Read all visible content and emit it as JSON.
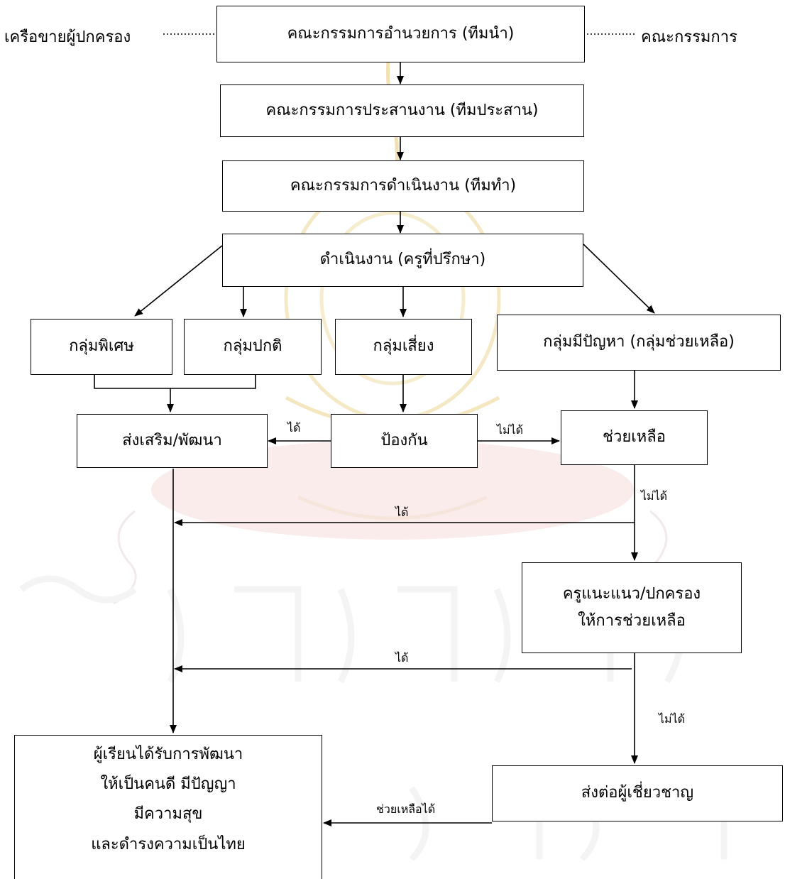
{
  "nodes": {
    "steering": "คณะกรรมการอำนวยการ (ทีมนำ)",
    "coordinating": "คณะกรรมการประสานงาน (ทีมประสาน)",
    "operating": "คณะกรรมการดำเนินงาน (ทีมทำ)",
    "advisor": "ดำเนินงาน (ครูที่ปรึกษา)",
    "special_group": "กลุ่มพิเศษ",
    "normal_group": "กลุ่มปกติ",
    "risk_group": "กลุ่มเสี่ยง",
    "problem_group": "กลุ่มมีปัญหา (กลุ่มช่วยเหลือ)",
    "promote": "ส่งเสริม/พัฒนา",
    "prevent": "ป้องกัน",
    "help": "ช่วยเหลือ",
    "counselor": [
      "ครูแนะแนว/ปกครอง",
      "ให้การช่วยเหลือ"
    ],
    "outcome": [
      "ผู้เรียนได้รับการพัฒนา",
      "ให้เป็นคนดี  มีปัญญา",
      "มีความสุข",
      "และดำรงความเป็นไทย"
    ],
    "refer": "ส่งต่อผู้เชี่ยวชาญ"
  },
  "side_labels": {
    "parent_network": "เครือขายผู้ปกครอง",
    "committee": "คณะกรรมการ"
  },
  "edge_labels": {
    "prevent_success": "ได้",
    "prevent_fail": "ไม่ได้",
    "help_fail": "ไม่ได้",
    "help_success": "ได้",
    "counselor_success": "ได้",
    "counselor_fail": "ไม่ได้",
    "refer_success": "ช่วยเหลือได้"
  }
}
